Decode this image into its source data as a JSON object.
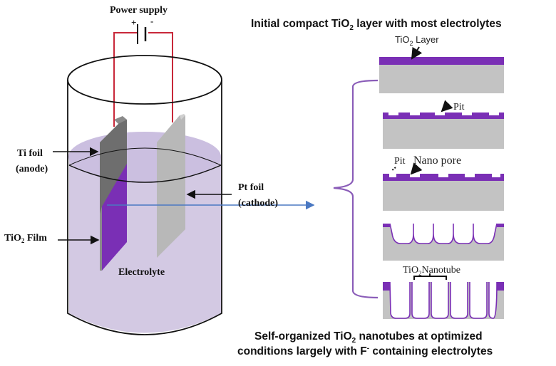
{
  "cell": {
    "power_supply": "Power supply",
    "plus": "+",
    "minus": "-",
    "ti_foil": "Ti foil",
    "anode": "(anode)",
    "pt_foil": "Pt foil",
    "cathode": "(cathode)",
    "tio2_film_prefix": "TiO",
    "tio2_film_sub": "2",
    "tio2_film_suffix": " Film",
    "electrolyte": "Electrolyte"
  },
  "stages": {
    "top_title_prefix": "Initial compact TiO",
    "top_title_sub": "2",
    "top_title_suffix": " layer with most electrolytes",
    "tio2_layer_prefix": "TiO",
    "tio2_layer_sub": "2",
    "tio2_layer_suffix": " Layer",
    "pit": "Pit",
    "pit2": "Pit",
    "nano_pore": "Nano pore",
    "nanotube_prefix": "TiO",
    "nanotube_sub": "2",
    "nanotube_suffix": "Nanotube",
    "bottom_line1_prefix": "Self-organized TiO",
    "bottom_line1_sub": "2",
    "bottom_line1_suffix": " nanotubes at optimized",
    "bottom_line2_prefix": "conditions largely with F",
    "bottom_line2_sup": "-",
    "bottom_line2_suffix": " containing electrolytes"
  },
  "colors": {
    "wire": "#c8283a",
    "electrolyte": "#d3c9e3",
    "tio2": "#7a2fb5",
    "substrate": "#c3c3c3",
    "arrow_blue": "#4a78c2",
    "bracket": "#8a5cb8"
  }
}
